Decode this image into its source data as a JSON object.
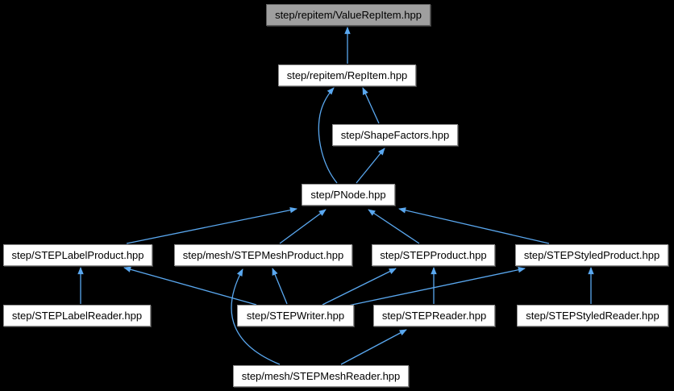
{
  "graph": {
    "type": "include-dependency-graph",
    "colors": {
      "background": "#000000",
      "edge_color": "#5aa8f0",
      "node_fill": "#ffffff",
      "node_border": "#8f8f8f",
      "node_text": "#000000",
      "active_node_fill": "#9f9f9f",
      "active_node_border": "#5e5e5e"
    },
    "nodes": [
      {
        "id": "valuerepitem",
        "label": "step/repitem/ValueRepItem.hpp",
        "highlighted": true
      },
      {
        "id": "repitem",
        "label": "step/repitem/RepItem.hpp",
        "highlighted": false
      },
      {
        "id": "shapefactors",
        "label": "step/ShapeFactors.hpp",
        "highlighted": false
      },
      {
        "id": "pnode",
        "label": "step/PNode.hpp",
        "highlighted": false
      },
      {
        "id": "labelproduct",
        "label": "step/STEPLabelProduct.hpp",
        "highlighted": false
      },
      {
        "id": "meshproduct",
        "label": "step/mesh/STEPMeshProduct.hpp",
        "highlighted": false
      },
      {
        "id": "product",
        "label": "step/STEPProduct.hpp",
        "highlighted": false
      },
      {
        "id": "styledproduct",
        "label": "step/STEPStyledProduct.hpp",
        "highlighted": false
      },
      {
        "id": "labelreader",
        "label": "step/STEPLabelReader.hpp",
        "highlighted": false
      },
      {
        "id": "writer",
        "label": "step/STEPWriter.hpp",
        "highlighted": false
      },
      {
        "id": "reader",
        "label": "step/STEPReader.hpp",
        "highlighted": false
      },
      {
        "id": "styledreader",
        "label": "step/STEPStyledReader.hpp",
        "highlighted": false
      },
      {
        "id": "meshreader",
        "label": "step/mesh/STEPMeshReader.hpp",
        "highlighted": false
      }
    ],
    "edges": [
      {
        "from": "repitem",
        "to": "valuerepitem"
      },
      {
        "from": "shapefactors",
        "to": "repitem"
      },
      {
        "from": "pnode",
        "to": "repitem"
      },
      {
        "from": "pnode",
        "to": "shapefactors"
      },
      {
        "from": "labelproduct",
        "to": "pnode"
      },
      {
        "from": "meshproduct",
        "to": "pnode"
      },
      {
        "from": "product",
        "to": "pnode"
      },
      {
        "from": "styledproduct",
        "to": "pnode"
      },
      {
        "from": "labelreader",
        "to": "labelproduct"
      },
      {
        "from": "writer",
        "to": "labelproduct"
      },
      {
        "from": "meshreader",
        "to": "meshproduct"
      },
      {
        "from": "writer",
        "to": "meshproduct"
      },
      {
        "from": "writer",
        "to": "product"
      },
      {
        "from": "writer",
        "to": "styledproduct"
      },
      {
        "from": "reader",
        "to": "product"
      },
      {
        "from": "styledreader",
        "to": "styledproduct"
      },
      {
        "from": "meshreader",
        "to": "reader"
      }
    ]
  }
}
